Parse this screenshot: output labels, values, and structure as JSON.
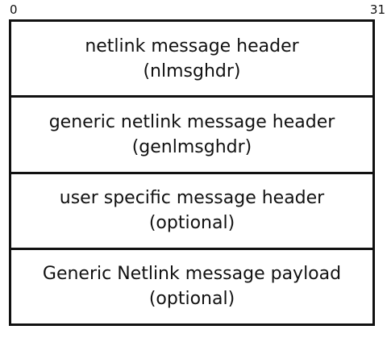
{
  "bit_labels": {
    "start": "0",
    "end": "31"
  },
  "sections": [
    {
      "line1": "netlink message header",
      "line2": "(nlmsghdr)"
    },
    {
      "line1": "generic netlink message header",
      "line2": "(genlmsghdr)"
    },
    {
      "line1": "user specific message header",
      "line2": "(optional)"
    },
    {
      "line1": "Generic Netlink message payload",
      "line2": "(optional)"
    }
  ]
}
